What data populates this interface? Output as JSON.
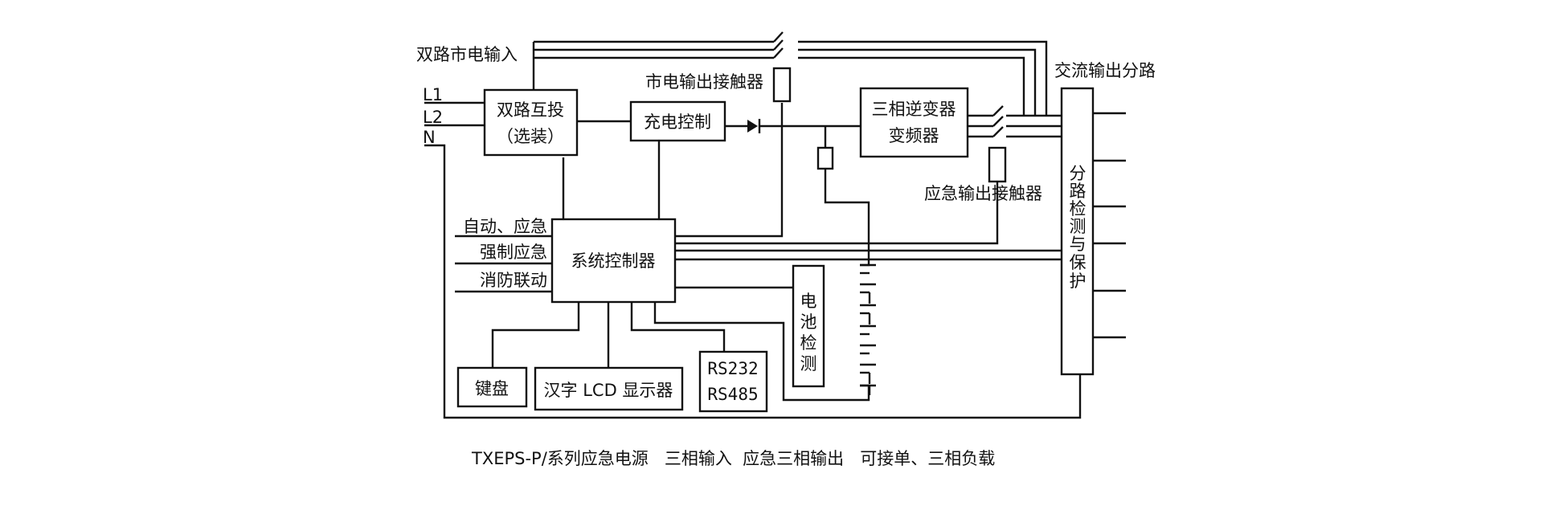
{
  "colors": {
    "line": "#111111",
    "background": "#ffffff"
  },
  "labels": {
    "dual_mains_input": "双路市电输入",
    "l1": "L1",
    "l2": "L2",
    "n": "N",
    "mains_contactor": "市电输出接触器",
    "ac_output_branch": "交流输出分路",
    "emergency_contactor": "应急输出接触器",
    "auto_emergency": "自动、应急",
    "forced_emergency": "强制应急",
    "fire_linkage": "消防联动"
  },
  "boxes": {
    "dual_switch_line1": "双路互投",
    "dual_switch_line2": "（选装）",
    "charge_control": "充电控制",
    "inverter_line1": "三相逆变器",
    "inverter_line2": "变频器",
    "system_controller": "系统控制器",
    "battery_detect": [
      "电",
      "池",
      "检",
      "测"
    ],
    "branch_detect": [
      "分",
      "路",
      "检",
      "测",
      "与",
      "保",
      "护"
    ],
    "keyboard": "键盘",
    "lcd_display": "汉字 LCD 显示器",
    "rs232": "RS232",
    "rs485": "RS485"
  },
  "caption": "TXEPS-P/系列应急电源   三相输入  应急三相输出   可接单、三相负载"
}
